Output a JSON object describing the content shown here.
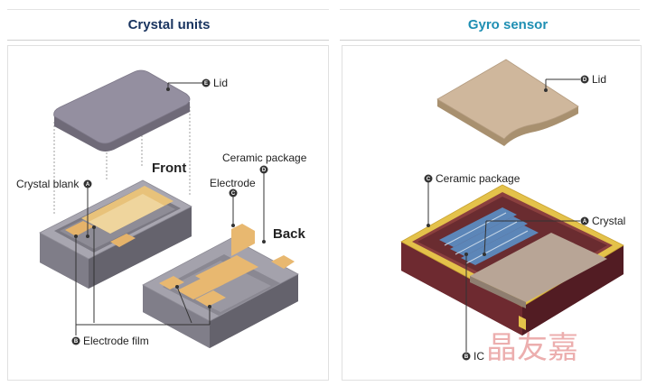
{
  "left_panel": {
    "title": "Crystal units",
    "labels": {
      "lid": "Lid",
      "front": "Front",
      "back": "Back",
      "crystal_blank": "Crystal blank",
      "electrode": "Electrode",
      "ceramic_package": "Ceramic package",
      "electrode_film": "Electrode film"
    },
    "badges": {
      "lid": "E",
      "crystal_blank": "A",
      "electrode": "C",
      "ceramic_package": "D",
      "electrode_film": "B"
    }
  },
  "right_panel": {
    "title": "Gyro sensor",
    "labels": {
      "lid": "Lid",
      "ceramic_package": "Ceramic package",
      "crystal": "Crystal",
      "ic": "IC"
    },
    "badges": {
      "lid": "D",
      "ceramic_package": "C",
      "crystal": "A",
      "ic": "B"
    }
  },
  "watermark": "晶友嘉",
  "colors": {
    "left_title": "#1a3560",
    "right_title": "#1f8fb3",
    "lid_fill": "#8f8a9a",
    "package_fill": "#8c8a94",
    "electrode_fill": "#e8b870",
    "crystal_blank_fill": "#ead8b0",
    "gyro_package_fill": "#6e2a30",
    "gyro_gold": "#e0b840",
    "gyro_lid_fill": "#cdb59c"
  }
}
